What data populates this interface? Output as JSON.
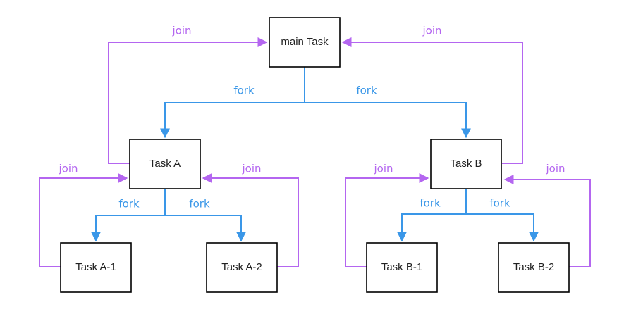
{
  "colors": {
    "fork": "#3a97e8",
    "join": "#b466f0",
    "box_border": "#000000"
  },
  "nodes": {
    "main": "main Task",
    "a": "Task A",
    "b": "Task B",
    "a1": "Task A-1",
    "a2": "Task A-2",
    "b1": "Task B-1",
    "b2": "Task B-2"
  },
  "labels": {
    "fork": "fork",
    "join": "join"
  }
}
